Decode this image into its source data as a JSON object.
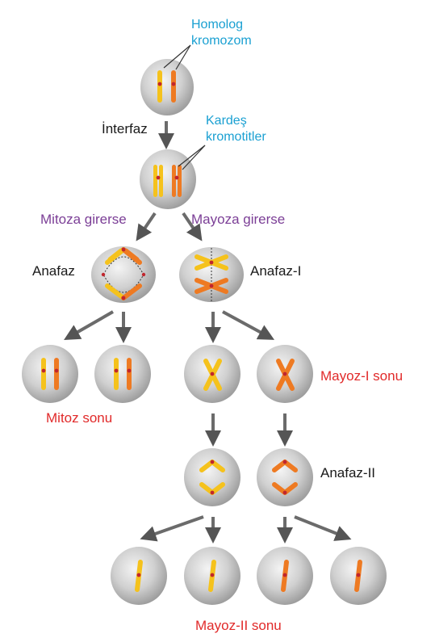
{
  "labels": {
    "homolog_line1": "Homolog",
    "homolog_line2": "kromozom",
    "interfaz": "İnterfaz",
    "kardes_line1": "Kardeş",
    "kardes_line2": "kromotitler",
    "mitoza_girerse": "Mitoza girerse",
    "mayoza_girerse": "Mayoza girerse",
    "anafaz": "Anafaz",
    "anafaz_1": "Anafaz-I",
    "mitoz_sonu": "Mitoz sonu",
    "mayoz_1_sonu": "Mayoz-I sonu",
    "anafaz_2": "Anafaz-II",
    "mayoz_2_sonu": "Mayoz-II sonu"
  },
  "colors": {
    "yellow": "#f5c21c",
    "orange": "#ee7a22",
    "centromere": "#c0262e",
    "cell": "#c9c9c9",
    "label_cyan": "#1aa0d2",
    "label_purple": "#7b3e96",
    "label_red": "#e12a2a"
  }
}
